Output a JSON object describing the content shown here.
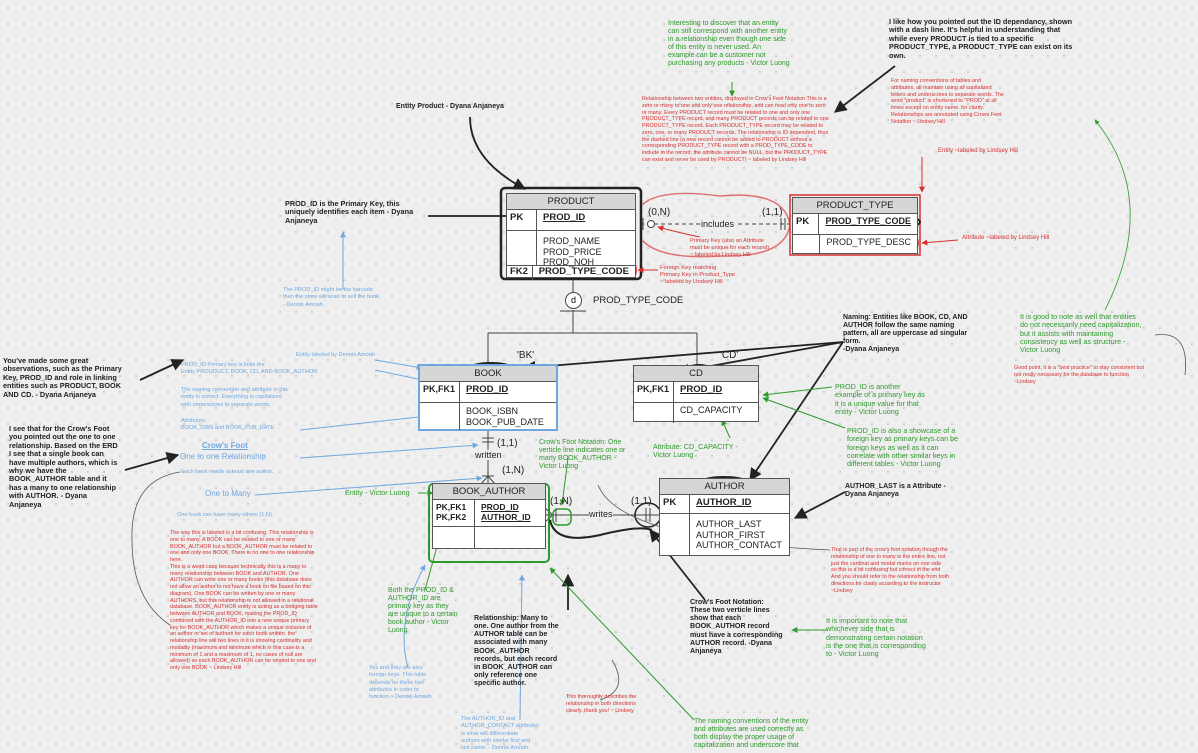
{
  "tables": {
    "product": {
      "title": "PRODUCT",
      "pk_key": "PK",
      "pk_col": "PROD_ID",
      "attrs": [
        "PROD_NAME",
        "PROD_PRICE",
        "PROD_NOH"
      ],
      "fk_key": "FK2",
      "fk_col": "PROD_TYPE_CODE"
    },
    "product_type": {
      "title": "PRODUCT_TYPE",
      "pk_key": "PK",
      "pk_col": "PROD_TYPE_CODE",
      "attrs": [
        "PROD_TYPE_DESC"
      ]
    },
    "book": {
      "title": "BOOK",
      "pk_key": "PK,FK1",
      "pk_col": "PROD_ID",
      "attrs": [
        "BOOK_ISBN",
        "BOOK_PUB_DATE"
      ]
    },
    "cd": {
      "title": "CD",
      "pk_key": "PK,FK1",
      "pk_col": "PROD_ID",
      "attrs": [
        "CD_CAPACITY"
      ]
    },
    "book_author": {
      "title": "BOOK_AUTHOR",
      "pk_keys": "PK,FK1\nPK,FK2",
      "pk_cols": "PROD_ID\nAUTHOR_ID"
    },
    "author": {
      "title": "AUTHOR",
      "pk_key": "PK",
      "pk_col": "AUTHOR_ID",
      "attrs": [
        "AUTHOR_LAST",
        "AUTHOR_FIRST",
        "AUTHOR_CONTACT"
      ]
    }
  },
  "labels": {
    "card_0n": "(0,N)",
    "card_11a": "(1,1)",
    "includes": "includes",
    "subtype_d": "d",
    "discriminator": "PROD_TYPE_CODE",
    "bk": "'BK'",
    "cd": "'CD'",
    "card_11b": "(1,1)",
    "written": "written",
    "card_1n": "(1,N)",
    "card_1n2": "(1,N)",
    "writes": "writes",
    "card_11c": "(1,1)"
  },
  "notes": {
    "n_interesting": "Interesting to discover that an entity\ncan still correspond with another entity\nin a relationship even though one side\nof this entity is never used. An\nexample can be a customer not\npurchasing any products - Victor Luong",
    "n_like": "I like how you pointed out the ID dependancy, shown\nwith a dash line. It's helpful in understanding that\nwhile every PRODUCT  is tied to a specific\nPRODUCT_TYPE, a PRODUCT_TYPE can exist on its\nown.",
    "n_naming_red": "For naming conventions of tables and\nattributes, all maintain using all capitalized\nletters and underscores to separate words. The\nword \"product\" is shortened to \"PROD\" at all\ntimes except on entity name. for clarity.\nRelationships are annotated using Crows Feet\nNotation ~ Lindsey Hill",
    "n_entity_product": "Entity Product - Dyana Anjaneya",
    "n_relationship": "Relationship between two entities, displayed in Crow's Feet Notation  This is a\nzero or many to one and only one relationship, and can read only one to zero\nor many. Every PRODUCT record must be related to one and only one\nPRODUCT_TYPE record, and many PRODUCT records can be related to one\nPRODUCT_TYPE record. Each PRODUCT_TYPE record may be related to\nzero, one, or many PRODUCT records. The relationship is ID dependent, thus\nthe dashed line (a new record cannot be added to PRODUCT without a\ncorresponding PRODUCT_TYPE record with a PROD_TYPE_CODE to\ninclude in the record, the attribute cannot be NULL, but the PRODUCT_TYPE\ncan exist and never be used by PRODUCT) ~ labeled by Lindsey Hill",
    "n_entity_lh": "Entity ~labeled by Lindsey Hill",
    "n_prod_id_pk": "PROD_ID is the Primary Key, this\nuniquely identifies each item - Dyana\nAnjaneya",
    "n_pk_attr": "Primary Key (also an Attribute\nmust be unique for each record)\n~ labeled by Lindsey Hill",
    "n_attr_lh": "Attribute ~labeled by Lindsey Hill",
    "n_fk": "Foreign Key matching\nPrimary Key in Product_Type\n~ labeled by Lindsey Hill",
    "n_barcode": "The PROD_ID might be the barcode\nthen the store will scan to sell the book.\n- Dennis Amoah",
    "n_naming_entities": "Naming: Entities like BOOK, CD, AND\nAUTHOR follow the same naming\npattern, all are uppercase ad singular\nform.\n-Dyana Anjaneya",
    "n_good_note": "It is good to note as well that entities\ndo not necessarily need capitalization,\nbut it assists with maintaining\nconsistency as well as structure -\nVictor Luong",
    "n_good_point": "Good point, it is a \"best practice\" to stay consistent but\nnot really necessary for the database to function\n~Lindsey",
    "n_observations": "You've made some great\nobservations, such as the Primary\nKey, PROD_ID and role in linking\nentities such as PRODUCT, BOOK\nAND CD. - Dyana Anjaneya",
    "n_entity_dennis": "Entity labeled by Dennis Amoah",
    "n_prod_id_blue": "PROD_ID  Primary key is links the\nEntity PROUDUCT, BOOK, CD, AND BOOK_AUTHOR.",
    "n_naming_blue": "The naming convention and attribute in this\nentity is correct. Everything is capitalized\nwith underscores to separate words.",
    "n_attributes_blue": "Attributes:\nBOOK_ISBN and BOOK_PUB_DATE",
    "n_crows_foot": "Crow's Foot",
    "n_one_to_one": "One to one Relationship",
    "n_each_book": "Each book needs at least one author.",
    "n_one_to_many": "One to Many",
    "n_one_book_many": "One book can have many others (1,N)",
    "n_crows_one": "I see that for the Crow's Foot\nyou pointed out the one to one\nrelationship. Based on the ERD\nI see that a single book can\nhave multiple authors, which is\nwhy we have the\nBOOK_AUTHOR table and it\nhas a many to one relationship\nwith AUTHOR. - Dyana\nAnjaneya",
    "n_prod_id_another": "PROD_ID is another\nexample of a primary key as\nit is a unique value for that\nentity - Victor Luong",
    "n_showcase": "PROD_ID is also a showcase of a\nforeign key as primary keys can be\nforeign keys as well as it can\ncorrelate with other similar keys in\ndifferent tables - Victor Luong",
    "n_cd_attr": "Attribute: CD_CAPACITY -\nVictor Luong",
    "n_crows_vertical": "Crow's Foot Notation: One\nverticle line indicates one or\nmany BOOK_AUTHOR -\nVictor Luong",
    "n_entity_victor": "Entity - Victor Luong",
    "n_author_last": "AUTHOR_LAST is a Attribute -\nDyana Anjaneya",
    "n_confusing": "The way this is labeled is a bit confusing. This relationship is\none to many. A BOOK can be related to one or many\nBOOK_AUTHOR but a BOOK_AUTHOR must be related to\none and only one BOOK. There is no one to one relationship\nhere.\nThis is a weird case  because technically this is a many to\nmany relationship between BOOK and AUTHOR. One\nAUTHOR can write one or many books (this database does\nnot allow an author to not have a book on file based on this\ndiagram). One BOOK can be written by one or many\nAUTHORS, but this relationship is not allowed in a relational\ndatabase. BOOK_AUTHOR entity is acting as a bridging table\nbetween AUTHOR and BOOK, making the PROD_ID\ncombined with the AUTHOR_ID into a new unique primary\nkey for BOOK_AUTHOR which makes a unique instance of\nan author or set of authors for each book written. the\nrelationship line will two lines in it is showing cardinality and\nmodality (maximum and minimum which in this case is a\nminimum of 1 and a maximum of 1, no cases of null are\nallowed) so each BOOK_AUTHOR can be related to one and\nonly one BOOK ~ Lindsey Hill",
    "n_both": "Both the PROD_ID &\nAUTHOR_ID are\nprimary key as they\nare unique to a certain\nbook author - Victor\nLuong",
    "n_yes_fk": "Yes and they are also\nforeign keys. This table\ndepends on these two\nattributes in order to\nfunction. - Dennis Amoah",
    "n_rel_many": "Relationship: Many to\none. One author from the\nAUTHOR table can be\nassociated with many\nBOOK_AUTHOR\nrecords, but each record\nin BOOK_AUTHOR can\nonly reference one\nspecific author.",
    "n_crows_two": "Crow's Foot Notation:\nThese two verticle lines\nshow that each\nBOOK_AUTHOR record\nmust have a corresponding\nAUTHOR record. -Dyana\nAnjaneya",
    "n_part_of": "That is part of the crow's foot notation though the\nrelationship of one to many is the entire line, not\njust the cardinal and modal marks on one side\nso this is a bit confusing but correct in the end\nAnd you should refer to the relationship from both\ndirections for clarity according to the instructor\n~Lindsey",
    "n_important": "It is important to note that\nwhichever side that is\ndemonstrating certain notation\nis the one that is corresponding\nto - Victor Luong",
    "n_thoroughly": "This thoroughly describes the\nrelationship in both directions\nclearly. thank you! ~ Lindsey",
    "n_author_id_blue": "The AUTHOR_ID and\nAUTHOR_CONTACT attributes\nis what will differentiate\nauthors with similar first and\nlast name. - Dennis Amoah",
    "n_naming_conv_green": "The naming conventions of the entity\nand attributes are used correctly as\nboth display the proper usage of\ncapitalization and underscore that"
  }
}
